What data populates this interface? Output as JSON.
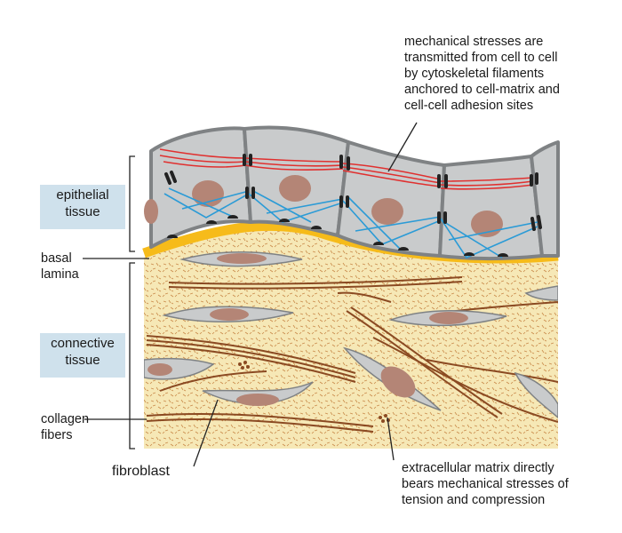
{
  "labels": {
    "epithelial_tissue": [
      "epithelial",
      "tissue"
    ],
    "connective_tissue": [
      "connective",
      "tissue"
    ],
    "basal_lamina": [
      "basal",
      "lamina"
    ],
    "collagen_fibers": [
      "collagen",
      "fibers"
    ],
    "fibroblast": "fibroblast"
  },
  "annotations": {
    "top_right": [
      "mechanical stresses are",
      "transmitted from cell to cell",
      "by cytoskeletal filaments",
      "anchored to cell-matrix and",
      "cell-cell adhesion sites"
    ],
    "bottom_right": [
      "extracellular matrix directly",
      "bears mechanical stresses of",
      "tension and compression"
    ]
  },
  "colors": {
    "label_box": "#cfe1ec",
    "cell_fill": "#c9cbcc",
    "cell_outline": "#7f8284",
    "nucleus": "#b48576",
    "actin_filaments": "#e0302f",
    "intermediate_filaments": "#2b9bd6",
    "basal_lamina": "#f6bb1a",
    "matrix": "#f6e8b6",
    "collagen": "#8b4a22"
  }
}
